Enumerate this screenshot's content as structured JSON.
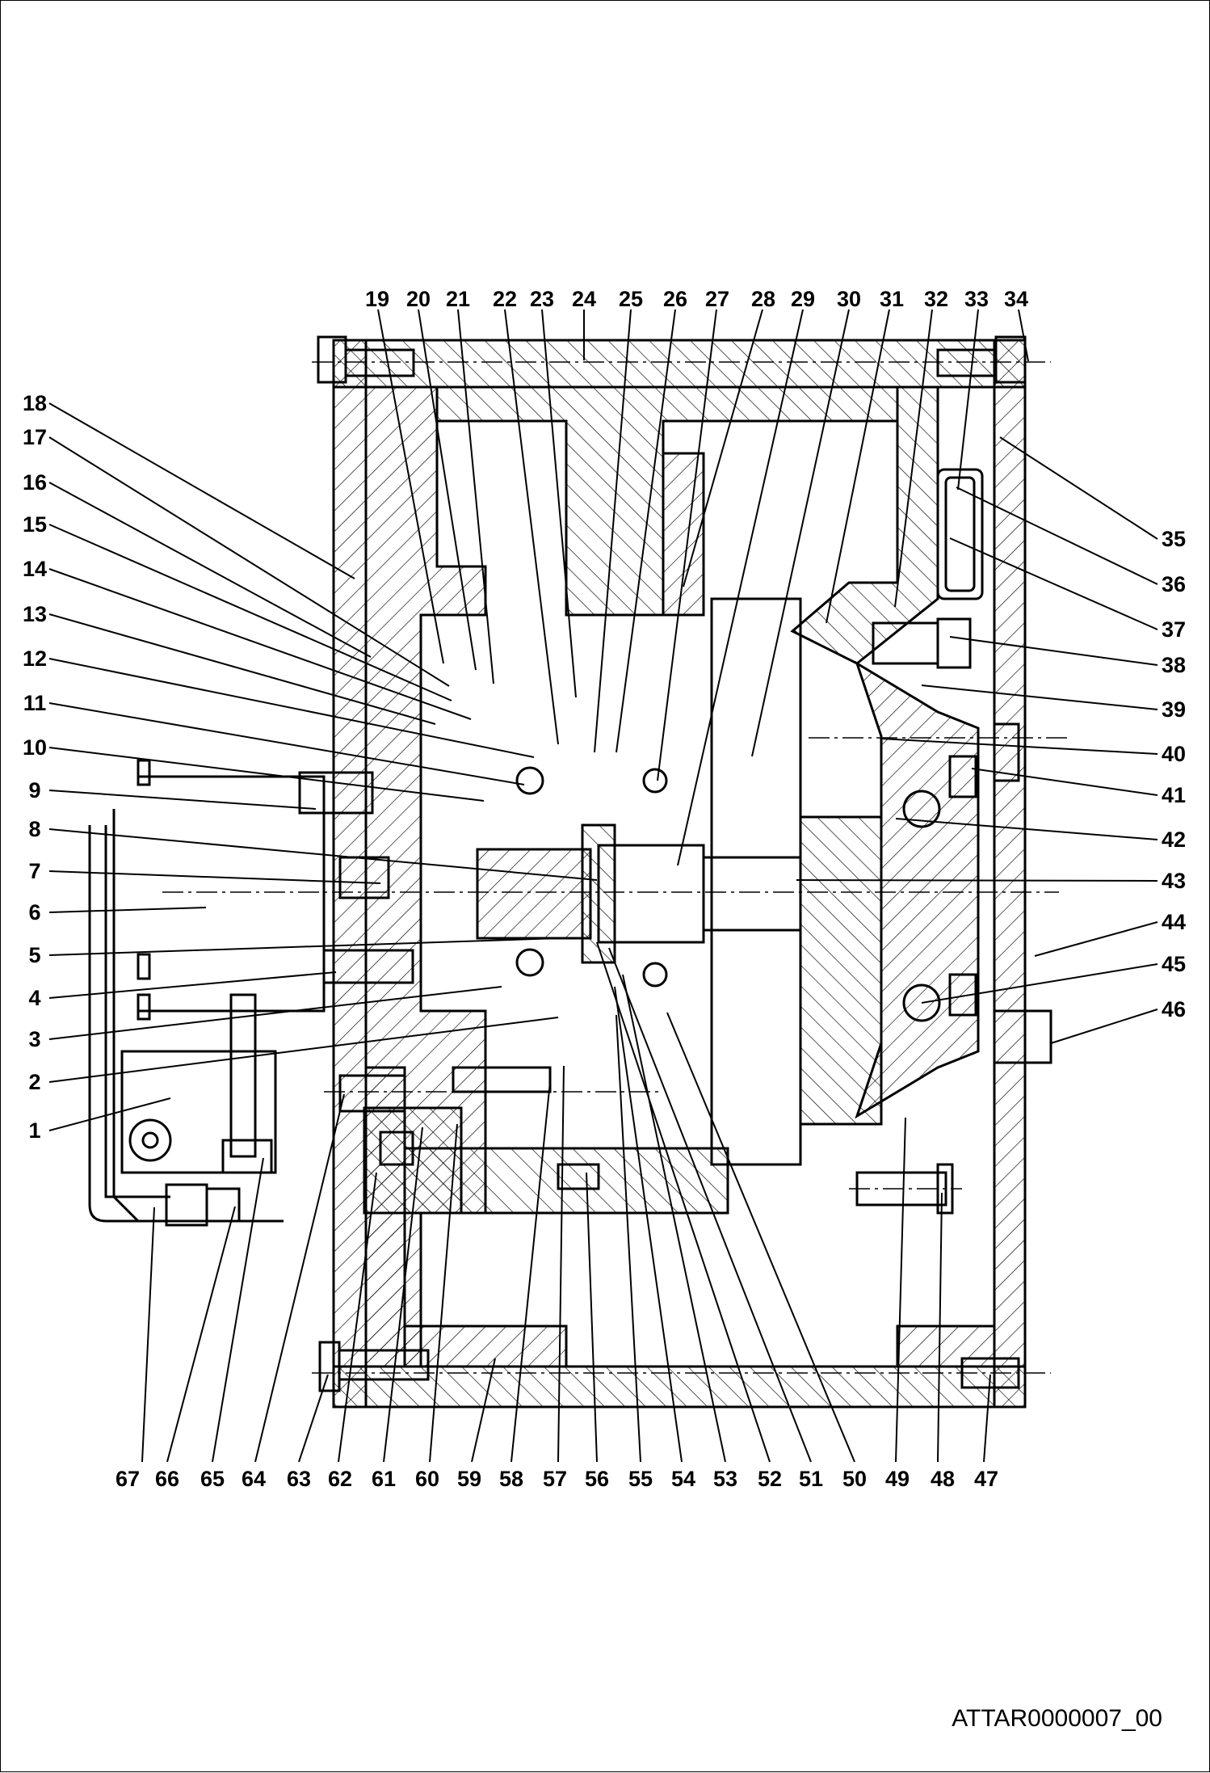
{
  "drawing": {
    "title": "",
    "reference_code": "ATTAR0000007_00",
    "top_labels": [
      "19",
      "20",
      "21",
      "22",
      "23",
      "24",
      "25",
      "26",
      "27",
      "28",
      "29",
      "30",
      "31",
      "32",
      "33",
      "34"
    ],
    "left_labels": [
      "18",
      "17",
      "16",
      "15",
      "14",
      "13",
      "12",
      "11",
      "10",
      "9",
      "8",
      "7",
      "6",
      "5",
      "4",
      "3",
      "2",
      "1"
    ],
    "right_labels": [
      "35",
      "36",
      "37",
      "38",
      "39",
      "40",
      "41",
      "42",
      "43",
      "44",
      "45",
      "46"
    ],
    "bottom_labels": [
      "67",
      "66",
      "65",
      "64",
      "63",
      "62",
      "61",
      "60",
      "59",
      "58",
      "57",
      "56",
      "55",
      "54",
      "53",
      "52",
      "51",
      "50",
      "49",
      "48",
      "47"
    ]
  }
}
